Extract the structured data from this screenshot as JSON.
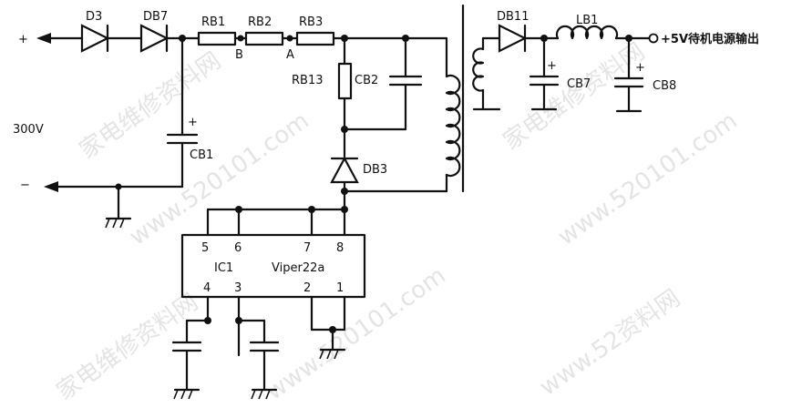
{
  "terminals": {
    "plus": "+",
    "minus": "−"
  },
  "input_voltage": "300V",
  "components": {
    "d3": "D3",
    "db7": "DB7",
    "rb1": "RB1",
    "rb2": "RB2",
    "rb3": "RB3",
    "node_b": "B",
    "node_a": "A",
    "rb13": "RB13",
    "cb2": "CB2",
    "cb1": "CB1",
    "cb1_polarity": "+",
    "db3": "DB3",
    "db11": "DB11",
    "lb1": "LB1",
    "cb7": "CB7",
    "cb7_polarity": "+",
    "cb8": "CB8",
    "cb8_polarity": "+"
  },
  "output_label": "+5V待机电源输出",
  "ic": {
    "ref": "IC1",
    "part": "Viper22a",
    "pins_top": [
      "5",
      "6",
      "7",
      "8"
    ],
    "pins_bottom": [
      "4",
      "3",
      "2",
      "1"
    ]
  },
  "watermarks": [
    "家电维修资料网",
    "www.520101.com",
    "家电维修资料网",
    "www.520101.com",
    "www.52资料网",
    "家电维修资料网",
    "www.520101.com"
  ]
}
